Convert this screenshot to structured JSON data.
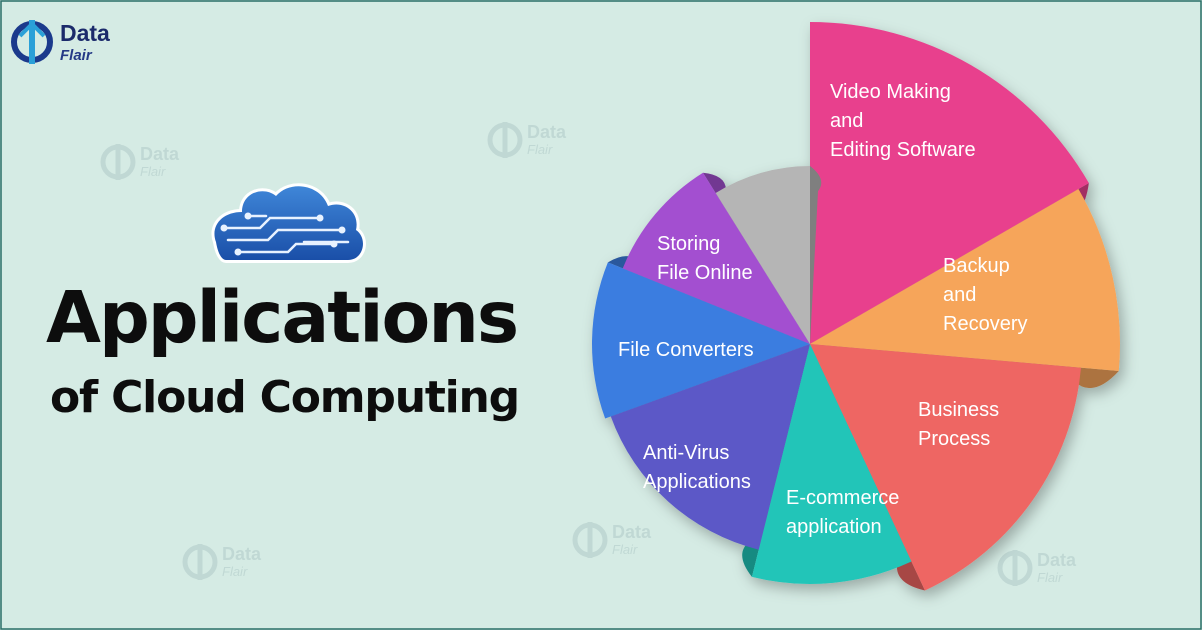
{
  "brand": {
    "line1": "Data",
    "line2": "Flair"
  },
  "heading": {
    "title": "Applications",
    "subtitle": "of Cloud Computing"
  },
  "icons": {
    "logo": "dataflair-logo-icon",
    "cloud": "cloud-circuit-icon"
  },
  "colors": {
    "background": "#d5ebe4",
    "title": "#0d0d0d",
    "cloud": "#1e5cb8"
  },
  "segments": [
    {
      "lines": [
        "Video Making",
        "and",
        "Editing Software"
      ],
      "color": "#e8418d"
    },
    {
      "lines": [
        "Backup",
        "and",
        "Recovery"
      ],
      "color": "#f6a55a"
    },
    {
      "lines": [
        "Business",
        "Process"
      ],
      "color": "#ee6663"
    },
    {
      "lines": [
        "E-commerce",
        "application"
      ],
      "color": "#23c5b8"
    },
    {
      "lines": [
        "Anti-Virus",
        "Applications"
      ],
      "color": "#5b59c7"
    },
    {
      "lines": [
        "File Converters"
      ],
      "color": "#3b7de0"
    },
    {
      "lines": [
        "Storing",
        "File Online"
      ],
      "color": "#a34fd0"
    },
    {
      "lines": [],
      "color": "#b5b5b5"
    }
  ]
}
